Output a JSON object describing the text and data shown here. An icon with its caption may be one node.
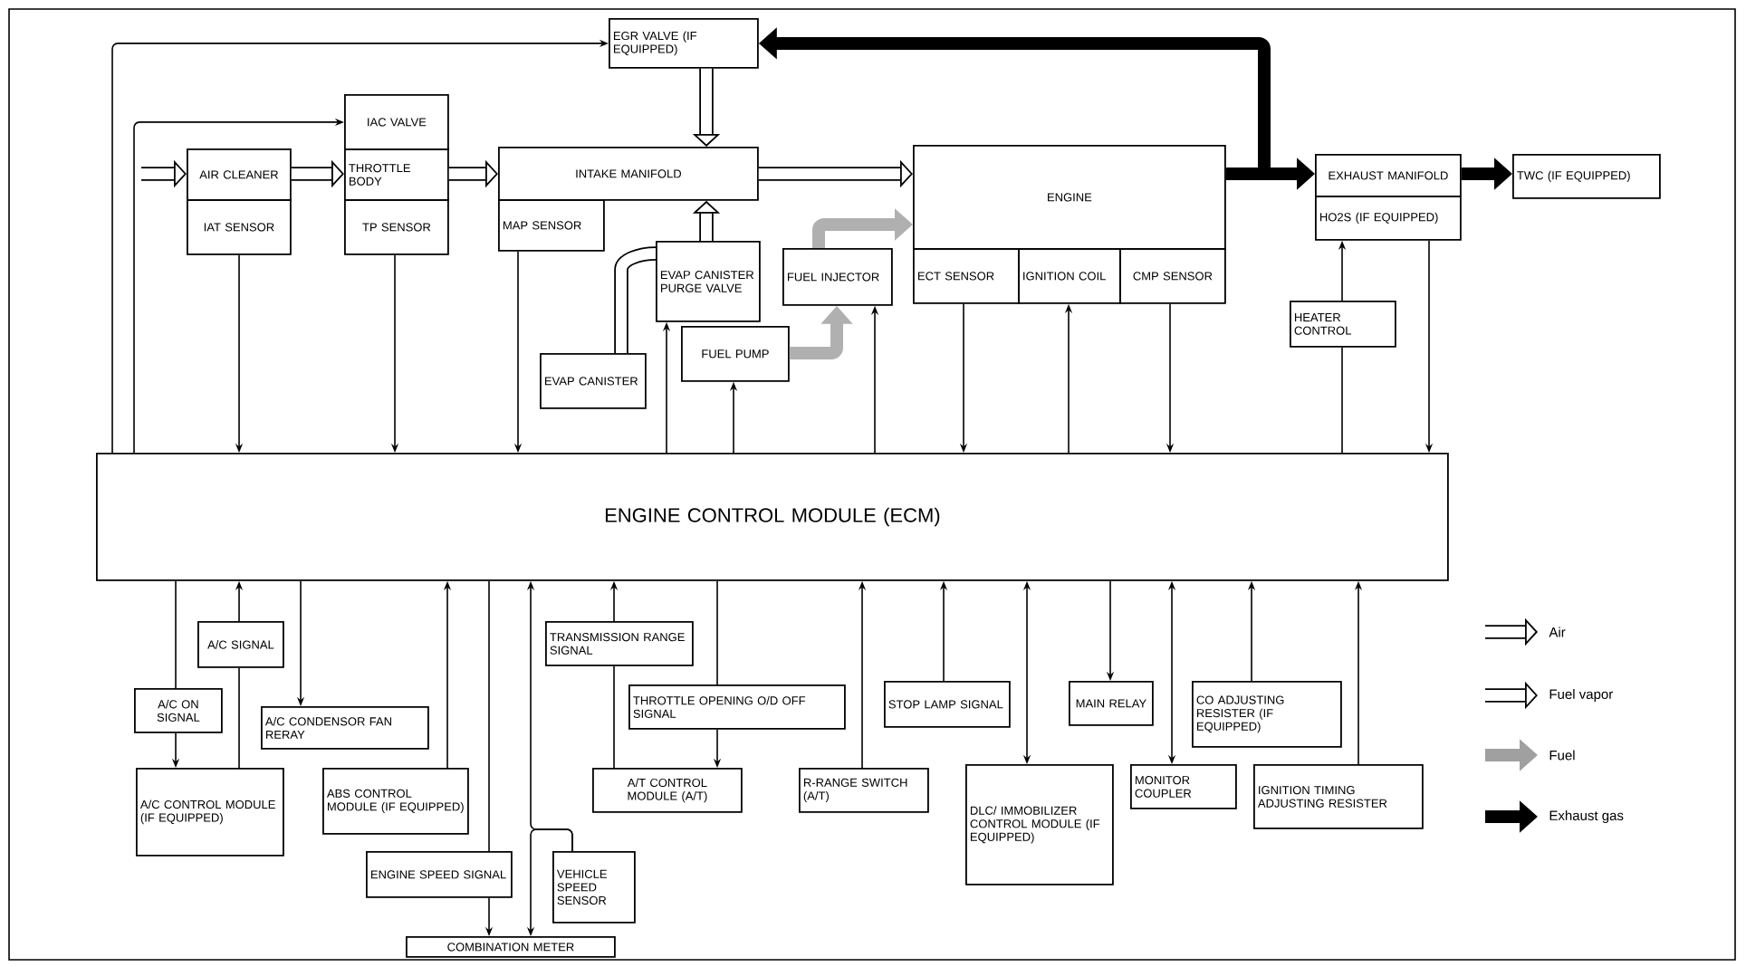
{
  "diagram": {
    "nodes": [
      {
        "text": [
          "EGR VALVE (IF EQUIPPED)"
        ]
      },
      {
        "text": [
          "IAC VALVE"
        ]
      },
      {
        "text": [
          "THROTTLE BODY"
        ]
      },
      {
        "text": [
          "TP SENSOR"
        ]
      },
      {
        "text": [
          "AIR CLEANER"
        ]
      },
      {
        "text": [
          "IAT SENSOR"
        ]
      },
      {
        "text": [
          "INTAKE MANIFOLD"
        ]
      },
      {
        "text": [
          "MAP SENSOR"
        ]
      },
      {
        "text": [
          "EVAP CANISTER PURGE VALVE"
        ]
      },
      {
        "text": [
          "EVAP CANISTER"
        ]
      },
      {
        "text": [
          "FUEL INJECTOR"
        ]
      },
      {
        "text": [
          "FUEL PUMP"
        ]
      },
      {
        "text": [
          "ENGINE"
        ]
      },
      {
        "text": [
          "ECT SENSOR"
        ]
      },
      {
        "text": [
          "IGNITION COIL"
        ]
      },
      {
        "text": [
          "CMP SENSOR"
        ]
      },
      {
        "text": [
          "EXHAUST MANIFOLD"
        ]
      },
      {
        "text": [
          "HO2S (IF EQUIPPED)"
        ]
      },
      {
        "text": [
          "TWC (IF EQUIPPED)"
        ]
      },
      {
        "text": [
          "HEATER CONTROL"
        ]
      },
      {
        "text": [
          "ENGINE CONTROL MODULE (ECM)"
        ]
      },
      {
        "text": [
          "A/C SIGNAL"
        ]
      },
      {
        "text": [
          "A/C ON SIGNAL"
        ]
      },
      {
        "text": [
          "A/C CONDENSOR FAN RERAY"
        ]
      },
      {
        "text": [
          "A/C CONTROL MODULE (IF EQUIPPED)"
        ]
      },
      {
        "text": [
          "ABS CONTROL MODULE (IF EQUIPPED)"
        ]
      },
      {
        "text": [
          "ENGINE SPEED SIGNAL"
        ]
      },
      {
        "text": [
          "VEHICLE SPEED SENSOR"
        ]
      },
      {
        "text": [
          "COMBINATION METER"
        ]
      },
      {
        "text": [
          "TRANSMISSION RANGE SIGNAL"
        ]
      },
      {
        "text": [
          "THROTTLE OPENING O/D OFF SIGNAL"
        ]
      },
      {
        "text": [
          "A/T CONTROL MODULE (A/T)"
        ]
      },
      {
        "text": [
          "R-RANGE SWITCH (A/T)"
        ]
      },
      {
        "text": [
          "STOP LAMP SIGNAL"
        ]
      },
      {
        "text": [
          "DLC/ IMMOBILIZER CONTROL MODULE (IF EQUIPPED)"
        ]
      },
      {
        "text": [
          "MAIN RELAY"
        ]
      },
      {
        "text": [
          "MONITOR COUPLER"
        ]
      },
      {
        "text": [
          "CO ADJUSTING RESISTER (IF EQUIPPED)"
        ]
      },
      {
        "text": [
          "IGNITION TIMING ADJUSTING RESISTER"
        ]
      }
    ],
    "edges": [
      {
        "from": null,
        "to": 4,
        "arrow": "to",
        "style": "thick"
      },
      {
        "from": 4,
        "to": 2,
        "arrow": "to",
        "style": "thick"
      },
      {
        "from": 2,
        "to": 6,
        "arrow": "to",
        "style": "thick"
      },
      {
        "from": 0,
        "to": 6,
        "arrow": "to",
        "style": "thick"
      },
      {
        "from": 6,
        "to": 12,
        "arrow": "to",
        "style": "thick"
      },
      {
        "from": 9,
        "to": 8,
        "arrow": "none",
        "style": "thick"
      },
      {
        "from": 8,
        "to": 6,
        "arrow": "to",
        "style": "thick"
      },
      {
        "from": 11,
        "to": 10,
        "arrow": "to",
        "style": "thick",
        "color": "#b0b0b0"
      },
      {
        "from": 10,
        "to": 12,
        "arrow": "to",
        "style": "thick",
        "color": "#b0b0b0"
      },
      {
        "from": 12,
        "to": 0,
        "arrow": "to",
        "style": "thick",
        "color": "#000000"
      },
      {
        "from": 12,
        "to": 16,
        "arrow": "to",
        "style": "thick",
        "color": "#000000"
      },
      {
        "from": 16,
        "to": 18,
        "arrow": "to",
        "style": "thick",
        "color": "#000000"
      },
      {
        "from": 20,
        "to": 0,
        "arrow": "to"
      },
      {
        "from": 20,
        "to": 1,
        "arrow": "to"
      },
      {
        "from": 5,
        "to": 20,
        "arrow": "to"
      },
      {
        "from": 3,
        "to": 20,
        "arrow": "to"
      },
      {
        "from": 7,
        "to": 20,
        "arrow": "to"
      },
      {
        "from": 20,
        "to": 8,
        "arrow": "to"
      },
      {
        "from": 20,
        "to": 11,
        "arrow": "to"
      },
      {
        "from": 20,
        "to": 10,
        "arrow": "to"
      },
      {
        "from": 13,
        "to": 20,
        "arrow": "to"
      },
      {
        "from": 20,
        "to": 14,
        "arrow": "to"
      },
      {
        "from": 15,
        "to": 20,
        "arrow": "to"
      },
      {
        "from": 20,
        "to": 19,
        "arrow": "none"
      },
      {
        "from": 19,
        "to": 17,
        "arrow": "to"
      },
      {
        "from": 17,
        "to": 20,
        "arrow": "to"
      },
      {
        "from": 20,
        "to": 22,
        "arrow": "none"
      },
      {
        "from": 22,
        "to": 24,
        "arrow": "to"
      },
      {
        "from": 24,
        "to": 21,
        "arrow": "none"
      },
      {
        "from": 21,
        "to": 20,
        "arrow": "to"
      },
      {
        "from": 20,
        "to": 23,
        "arrow": "to"
      },
      {
        "from": 25,
        "to": 20,
        "arrow": "to"
      },
      {
        "from": 20,
        "to": 26,
        "arrow": "none"
      },
      {
        "from": 26,
        "to": 28,
        "arrow": "to"
      },
      {
        "from": 27,
        "to": 20,
        "arrow": "to"
      },
      {
        "from": 27,
        "to": 28,
        "arrow": "to"
      },
      {
        "from": 31,
        "to": 29,
        "arrow": "none"
      },
      {
        "from": 29,
        "to": 20,
        "arrow": "to"
      },
      {
        "from": 20,
        "to": 30,
        "arrow": "none"
      },
      {
        "from": 30,
        "to": 31,
        "arrow": "to"
      },
      {
        "from": 32,
        "to": 20,
        "arrow": "to"
      },
      {
        "from": 33,
        "to": 20,
        "arrow": "to"
      },
      {
        "from": 20,
        "to": 34,
        "arrow": "both"
      },
      {
        "from": 20,
        "to": 35,
        "arrow": "to"
      },
      {
        "from": 20,
        "to": 36,
        "arrow": "both"
      },
      {
        "from": 37,
        "to": 20,
        "arrow": "to"
      },
      {
        "from": 38,
        "to": 20,
        "arrow": "to"
      }
    ],
    "legend": [
      {
        "text": "Air"
      },
      {
        "text": "Fuel vapor"
      },
      {
        "text": "Fuel"
      },
      {
        "text": "Exhaust gas"
      }
    ]
  }
}
